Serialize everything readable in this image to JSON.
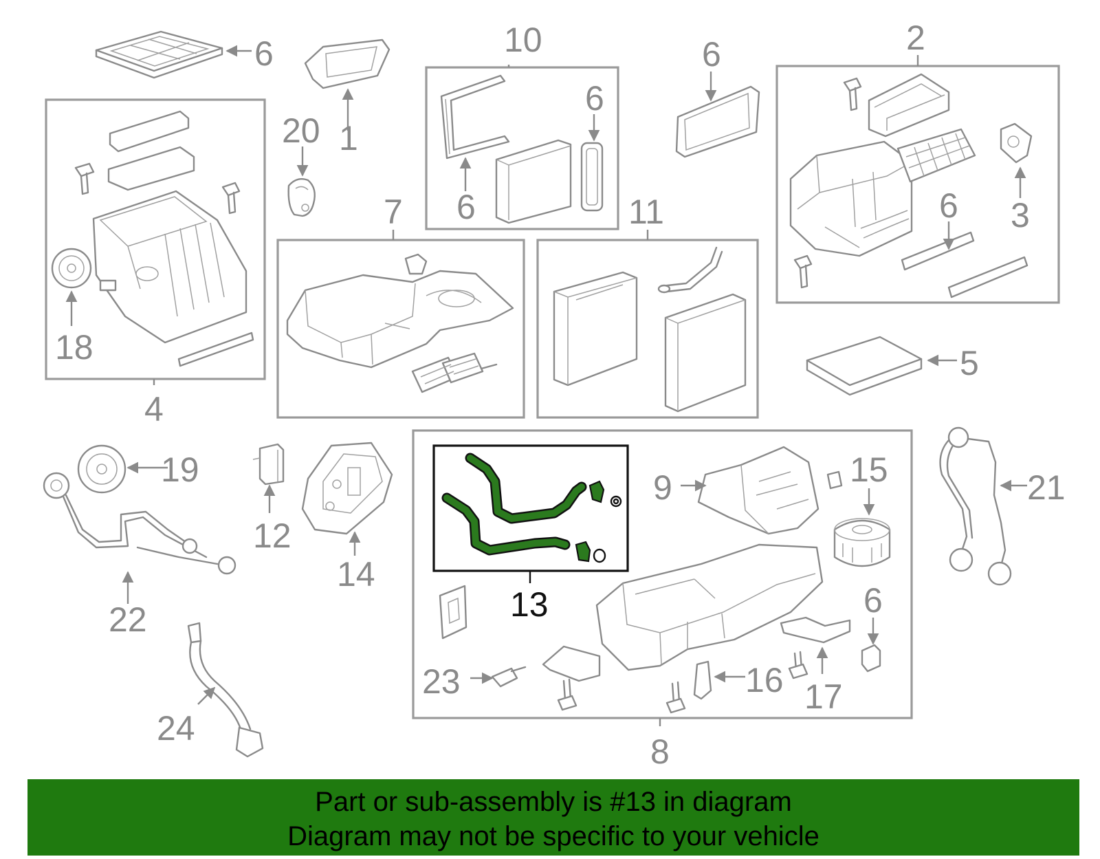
{
  "diagram": {
    "callouts": {
      "c1": "1",
      "c2": "2",
      "c3": "3",
      "c4": "4",
      "c5": "5",
      "c6a": "6",
      "c6b": "6",
      "c6c": "6",
      "c6d": "6",
      "c6e": "6",
      "c6f": "6",
      "c7": "7",
      "c8": "8",
      "c9": "9",
      "c10": "10",
      "c11": "11",
      "c12": "12",
      "c13": "13",
      "c14": "14",
      "c15": "15",
      "c16": "16",
      "c17": "17",
      "c18": "18",
      "c19": "19",
      "c20": "20",
      "c21": "21",
      "c22": "22",
      "c23": "23",
      "c24": "24"
    },
    "highlighted_part": "13",
    "colors": {
      "highlight": "#2b7a1e",
      "line_art": "#8a8a8a",
      "banner": "#1f7a0f"
    }
  },
  "banner": {
    "line1": "Part or sub-assembly is #13 in diagram",
    "line2": "Diagram may not be specific to your vehicle"
  }
}
